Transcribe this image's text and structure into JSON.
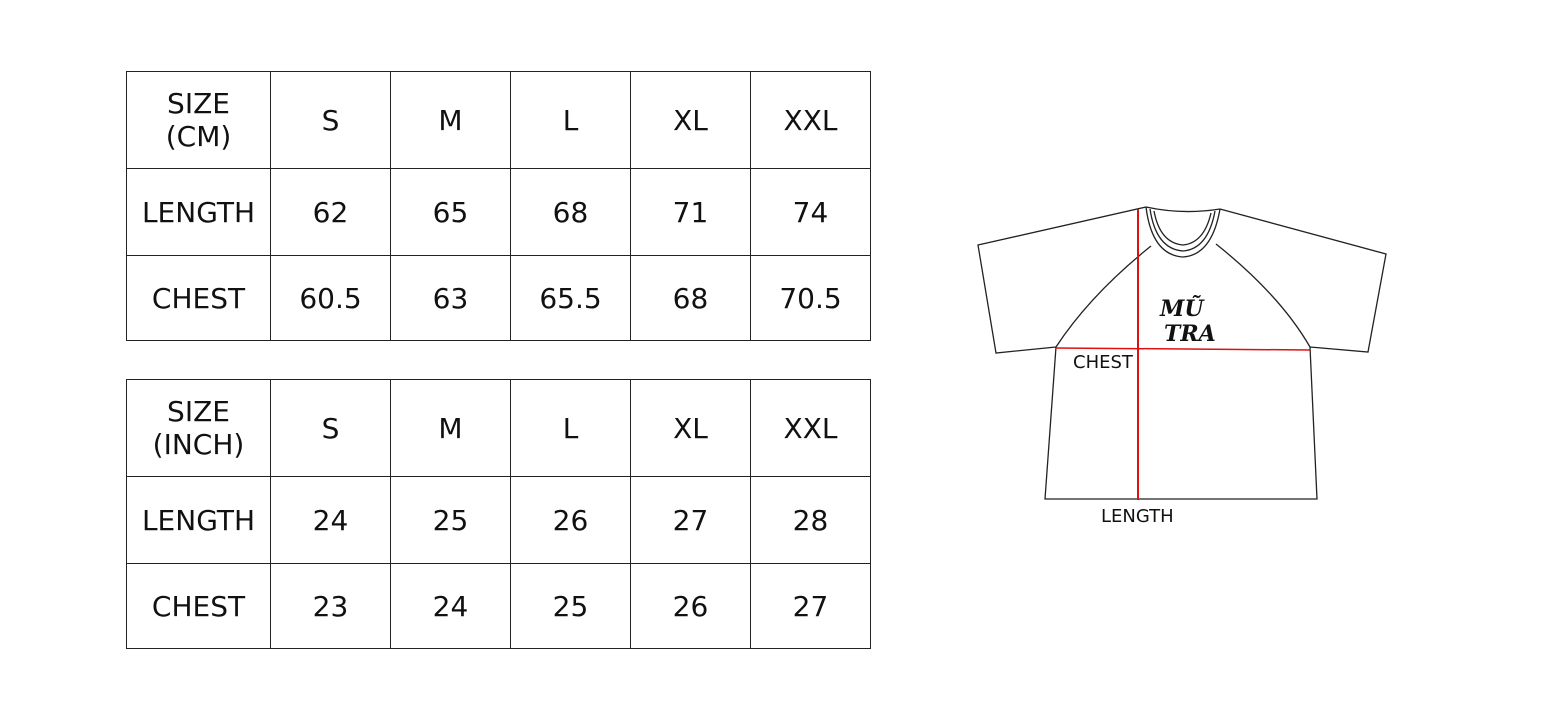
{
  "tables": [
    {
      "unit_header": [
        "SIZE",
        "(CM)"
      ],
      "sizes": [
        "S",
        "M",
        "L",
        "XL",
        "XXL"
      ],
      "rows": [
        {
          "label": "LENGTH",
          "values": [
            "62",
            "65",
            "68",
            "71",
            "74"
          ]
        },
        {
          "label": "CHEST",
          "values": [
            "60.5",
            "63",
            "65.5",
            "68",
            "70.5"
          ]
        }
      ]
    },
    {
      "unit_header": [
        "SIZE",
        "(INCH)"
      ],
      "sizes": [
        "S",
        "M",
        "L",
        "XL",
        "XXL"
      ],
      "rows": [
        {
          "label": "LENGTH",
          "values": [
            "24",
            "25",
            "26",
            "27",
            "28"
          ]
        },
        {
          "label": "CHEST",
          "values": [
            "23",
            "24",
            "25",
            "26",
            "27"
          ]
        }
      ]
    }
  ],
  "diagram": {
    "chest_label": "CHEST",
    "length_label": "LENGTH",
    "logo_text": [
      "MŨ",
      "TRA"
    ],
    "measure_line_color": "#e01010",
    "outline_color": "#222222"
  }
}
